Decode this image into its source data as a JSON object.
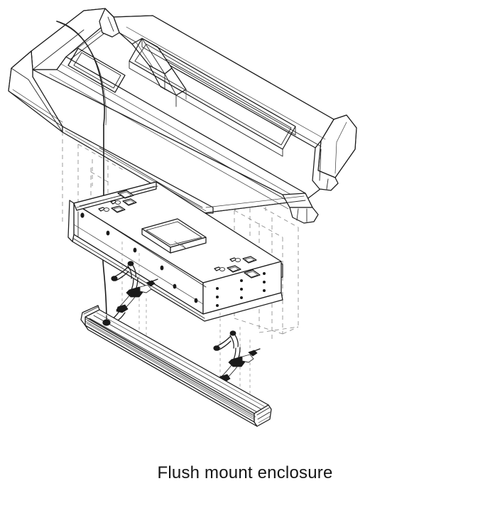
{
  "figure": {
    "caption": "Flush mount enclosure",
    "title": "Flush mount enclosure",
    "background_color": "#ffffff",
    "line_color": "#1b1b1b",
    "hidden_line_color": "#8b8b8b",
    "caption_color": "#151515",
    "drawing_type": "exploded isometric assembly line drawing",
    "parts": [
      {
        "id": "ceiling-grid",
        "name": "suspended ceiling T-bar grid frame",
        "position": "top"
      },
      {
        "id": "hanger-wire",
        "name": "hanger support wire",
        "position": "top-left"
      },
      {
        "id": "enclosure-box",
        "name": "flush mount enclosure housing",
        "position": "middle"
      },
      {
        "id": "knockouts",
        "name": "conduit knockout openings",
        "position": "enclosure top and end faces"
      },
      {
        "id": "center-opening",
        "name": "rectangular service opening",
        "position": "enclosure top center"
      },
      {
        "id": "mounting-bracket-left",
        "name": "spring mounting clip bracket",
        "position": "lower left of enclosure"
      },
      {
        "id": "mounting-bracket-right",
        "name": "spring mounting clip bracket",
        "position": "lower right of enclosure"
      },
      {
        "id": "trim-faceplate",
        "name": "flush trim faceplate bar",
        "position": "bottom"
      },
      {
        "id": "hidden-outline",
        "name": "hidden ceiling tile opening outline",
        "position": "behind enclosure"
      }
    ]
  }
}
